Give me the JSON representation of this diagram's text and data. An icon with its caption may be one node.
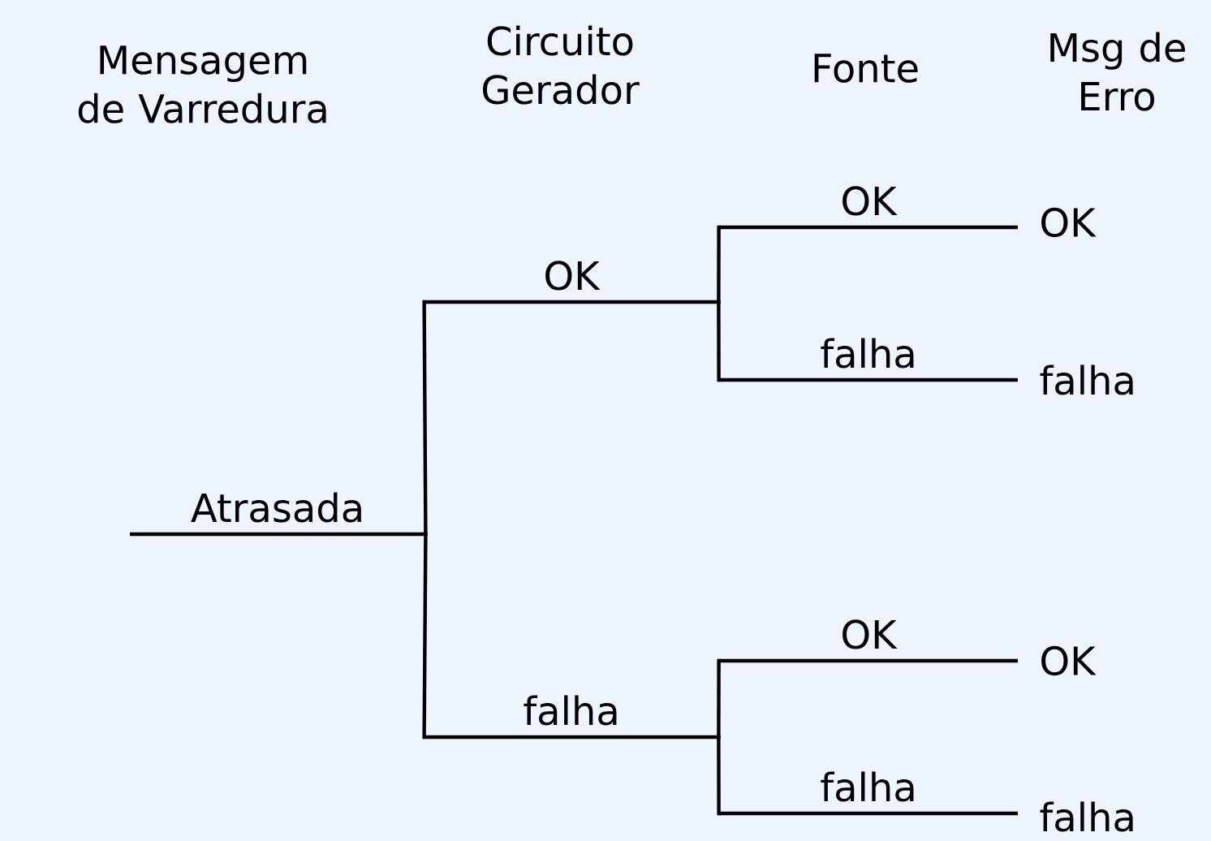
{
  "diagram": {
    "nodes": [
      {
        "text": [
          "Atrasada"
        ]
      },
      {
        "text": [
          "OK"
        ]
      },
      {
        "text": [
          "falha"
        ]
      },
      {
        "text": [
          "OK"
        ],
        "beside": [
          "OK"
        ]
      },
      {
        "text": [
          "falha"
        ],
        "beside": [
          "falha"
        ]
      },
      {
        "text": [
          "OK"
        ],
        "beside": [
          "OK"
        ]
      },
      {
        "text": [
          "falha"
        ],
        "beside": [
          "falha"
        ]
      }
    ],
    "edges": [
      {
        "from": 0,
        "to": 1,
        "arrow": "none"
      },
      {
        "from": 0,
        "to": 2,
        "arrow": "none"
      },
      {
        "from": 1,
        "to": 3,
        "arrow": "none"
      },
      {
        "from": 1,
        "to": 4,
        "arrow": "none"
      },
      {
        "from": 2,
        "to": 5,
        "arrow": "none"
      },
      {
        "from": 2,
        "to": 6,
        "arrow": "none"
      }
    ],
    "labels": [
      "Mensagem de Varredura",
      "Circuito Gerador",
      "Fonte",
      "Msg de Erro"
    ]
  }
}
